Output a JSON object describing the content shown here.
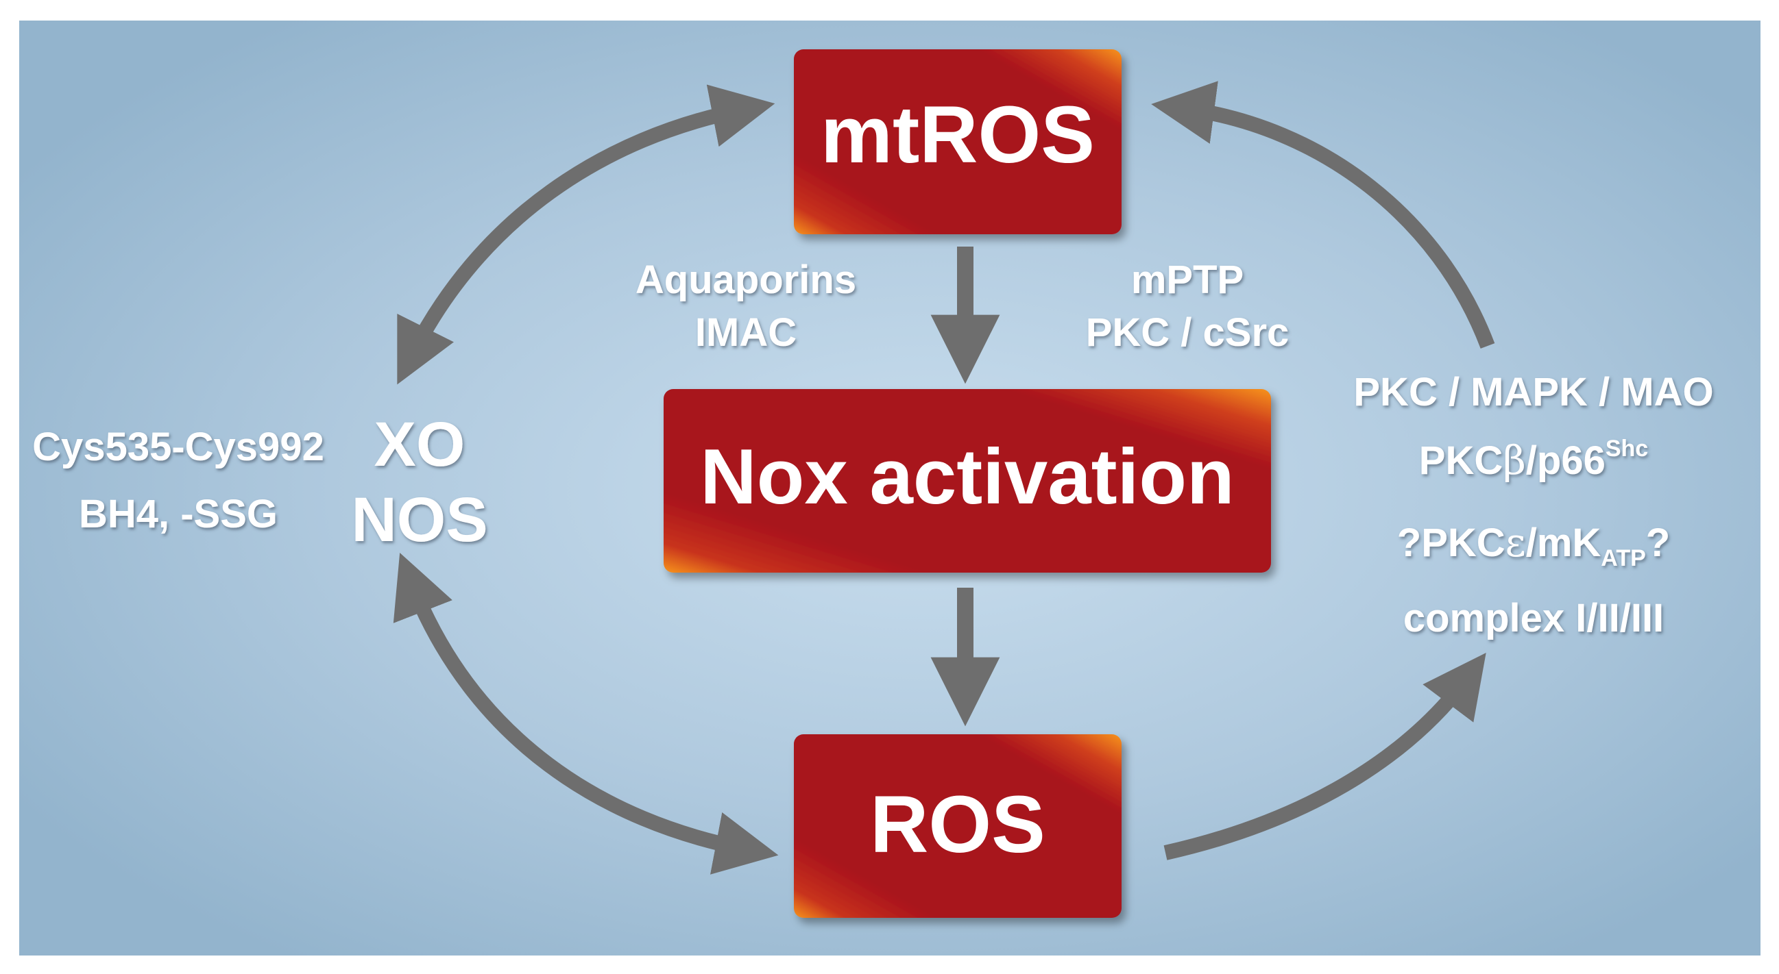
{
  "nodes": {
    "mtros": "mtROS",
    "nox": "Nox activation",
    "ros": "ROS",
    "xo": "XO",
    "nos": "NOS"
  },
  "left_labels": {
    "line1": "Cys535-Cys992",
    "line2": "BH4, -SSG"
  },
  "center_left_labels": {
    "line1": "Aquaporins",
    "line2": "IMAC"
  },
  "center_right_labels": {
    "line1": "mPTP",
    "line2": "PKC / cSrc"
  },
  "right_labels": {
    "line1": "PKC / MAPK / MAO",
    "line2_prefix": "PKC",
    "line2_symbol": "β",
    "line2_main": "/p66",
    "line2_sup": "Shc",
    "line3_prefix": "?PKC",
    "line3_symbol": "ε",
    "line3_main": "/mK",
    "line3_sub": "ATP",
    "line3_suffix": "?",
    "line4": "complex I/II/III"
  },
  "colors": {
    "background_center": "#c6dced",
    "background_edge": "#94b5cf",
    "box_red": "#a8121e",
    "box_glow": "#f7901e",
    "arrow": "#6e6e6e",
    "text": "#ffffff"
  }
}
